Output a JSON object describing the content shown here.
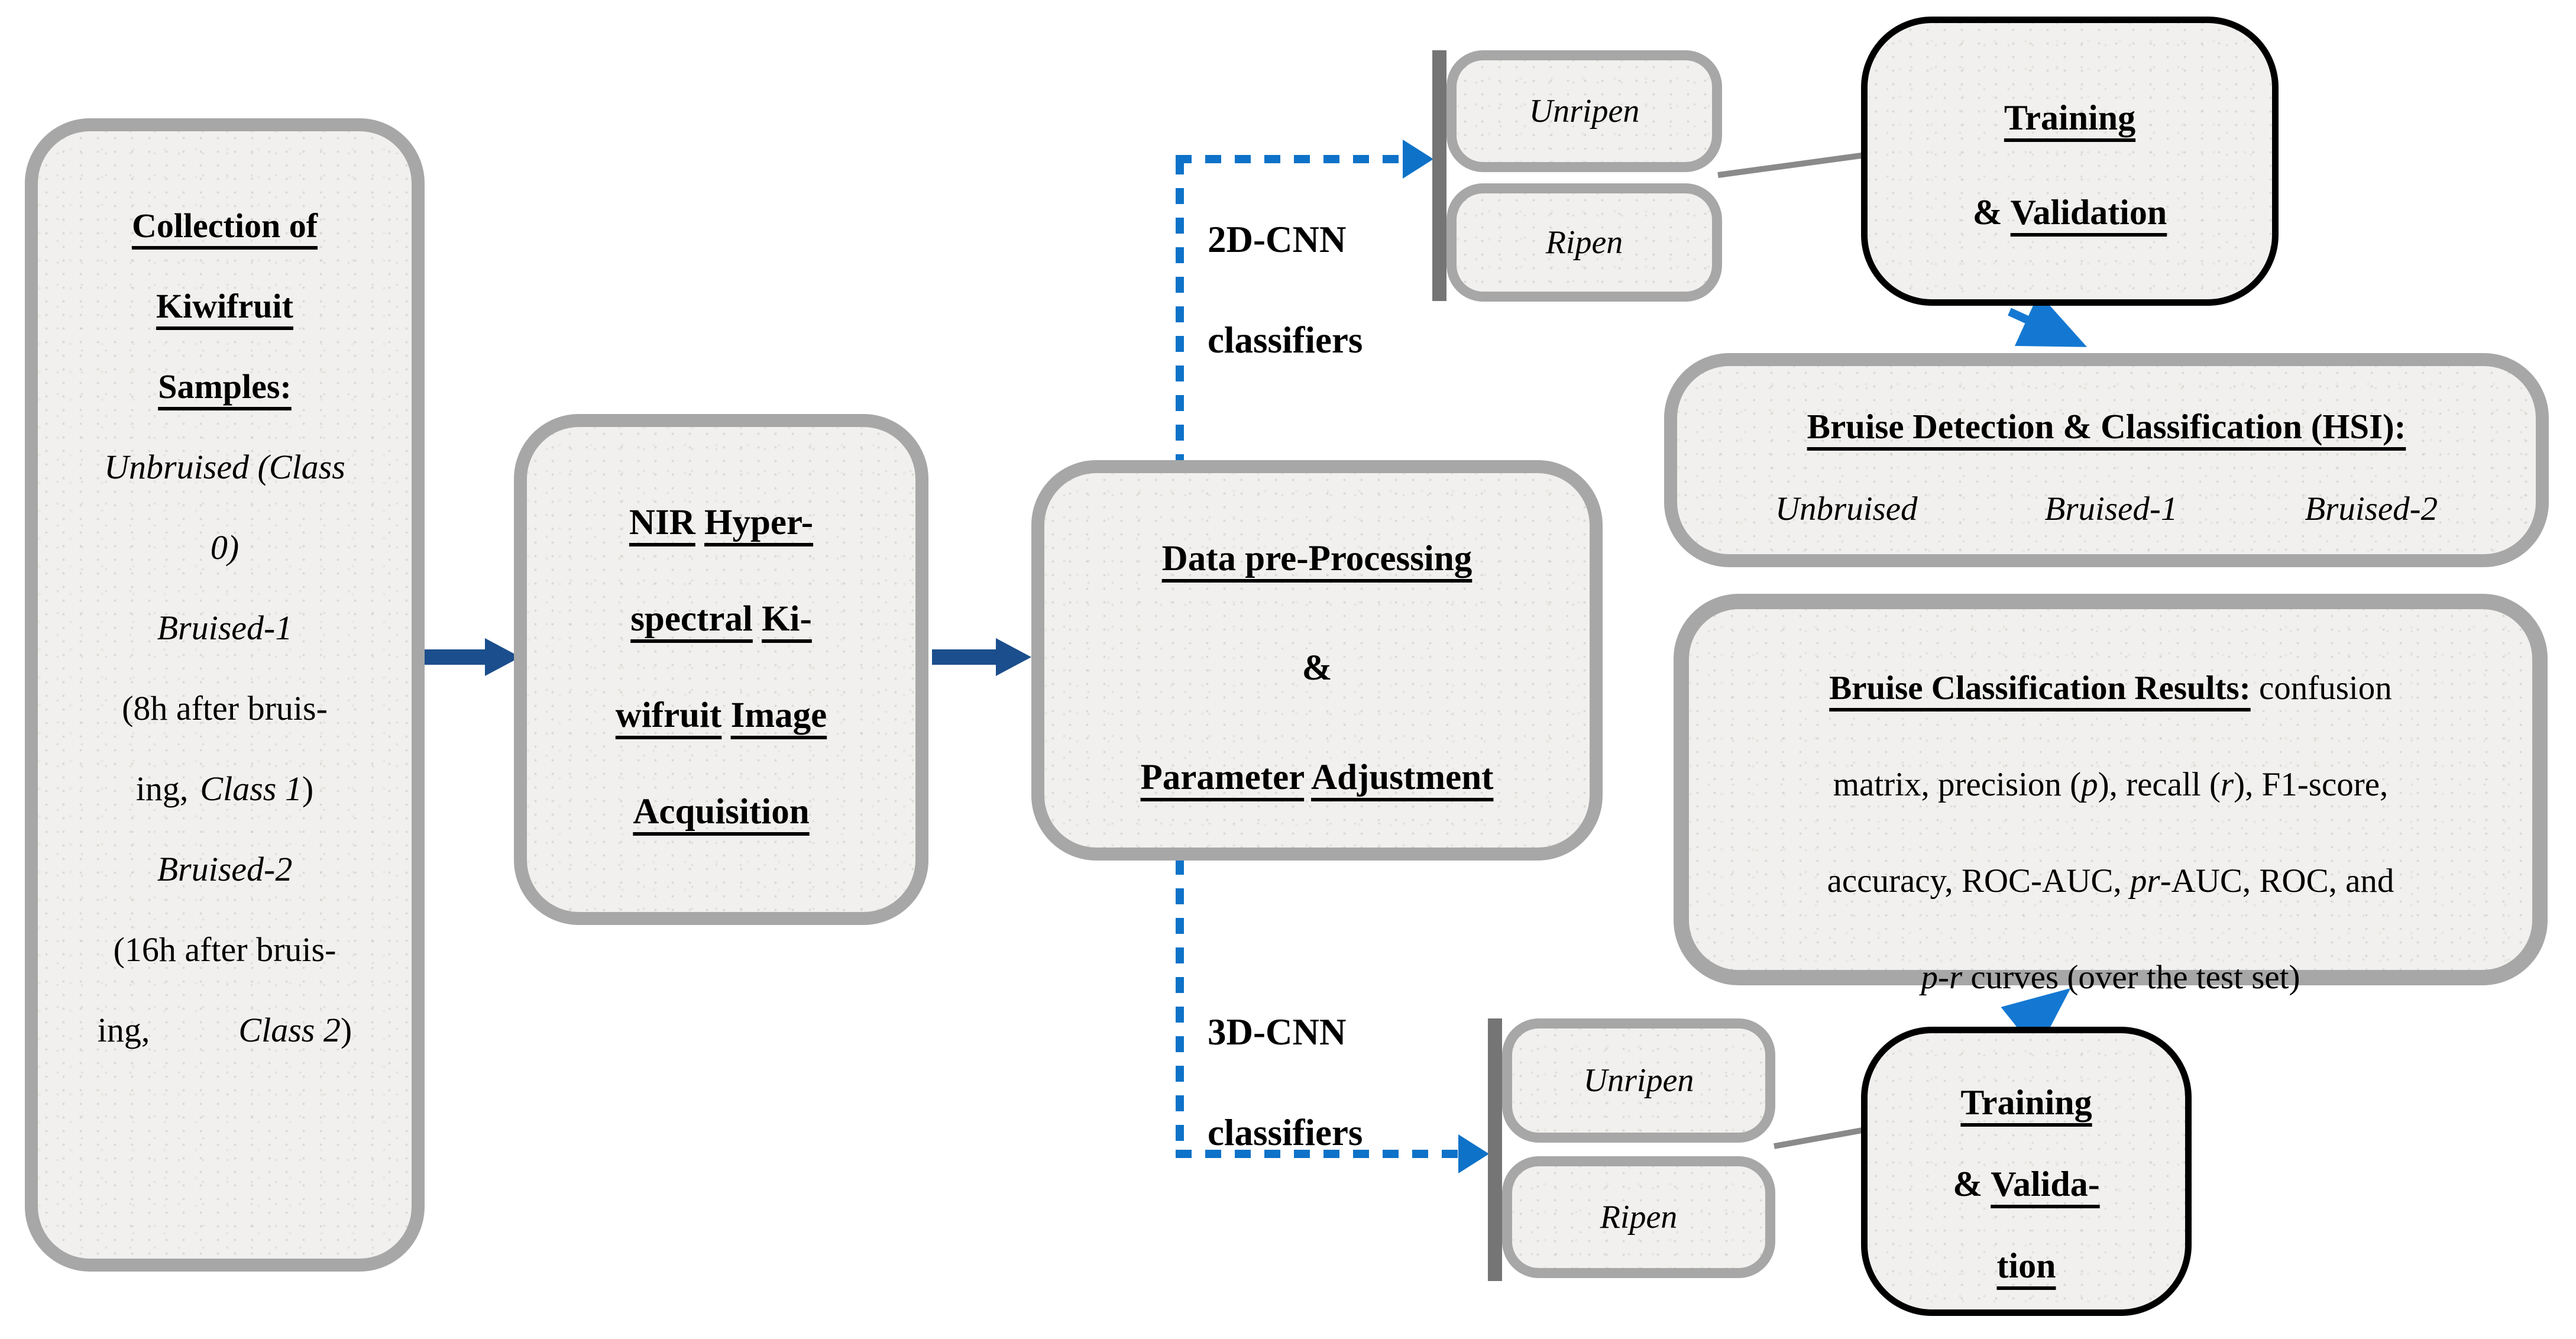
{
  "colors": {
    "box_border_gray": "#a7a7a7",
    "box_fill": "#f1f0ee",
    "bar_gray": "#757575",
    "connector_gray": "#8a8a8a",
    "solid_arrow_blue": "#1b4e8c",
    "dotted_arrow_blue": "#0d72c8",
    "diagonal_arrow_blue": "#1478d2",
    "black_border": "#000000"
  },
  "left_box": {
    "t1": "Collection of",
    "t2": "Kiwifruit",
    "t3": "Samples:",
    "l4": "Unbruised (Class",
    "l5": "0)",
    "l6": "Bruised-1",
    "l7": "(8h after bruis-",
    "l8a": "ing,",
    "l8b": "Class 1",
    "l8c": ")",
    "l9": "Bruised-2",
    "l10": "(16h after bruis-",
    "l11a": "ing,",
    "l11b": "Class 2",
    "l11c": ")"
  },
  "nir_box": {
    "w1": "NIR",
    "w2": "Hyper-",
    "w3": "spectral",
    "w4": "Ki-",
    "w5": "wifruit",
    "w6": "Image",
    "w7": "Acquisition"
  },
  "center_box": {
    "l1": "Data pre-Processing",
    "amp": "&",
    "l3a": "Parameter",
    "l3b": "Adjustment"
  },
  "cnn2d_label": {
    "line1": "2D-CNN",
    "line2": "classifiers"
  },
  "cnn3d_label": {
    "line1": "3D-CNN",
    "line2": "classifiers"
  },
  "top_stack": {
    "unripen": "Unripen",
    "ripen": "Ripen"
  },
  "bottom_stack": {
    "unripen": "Unripen",
    "ripen": "Ripen"
  },
  "training_top": {
    "line1": "Training",
    "amp": "&",
    "line2": "Validation"
  },
  "training_bottom": {
    "line1": "Training",
    "amp": "&",
    "line2": "Valida-",
    "line3": "tion"
  },
  "hsi_box": {
    "title": "Bruise Detection & Classification (HSI):",
    "items": [
      "Unbruised",
      "Bruised-1",
      "Bruised-2"
    ]
  },
  "results_box": {
    "title": "Bruise Classification Results:",
    "l1b": " confusion",
    "l2a": "matrix, precision (",
    "l2b": "p",
    "l2c": "), recall (",
    "l2d": "r",
    "l2e": "), F1-score,",
    "l3a": "accuracy, ROC-AUC, ",
    "l3b": "pr",
    "l3c": "-AUC, ROC, and",
    "l4a": "p-r",
    "l4b": " curves (over the test set)"
  }
}
